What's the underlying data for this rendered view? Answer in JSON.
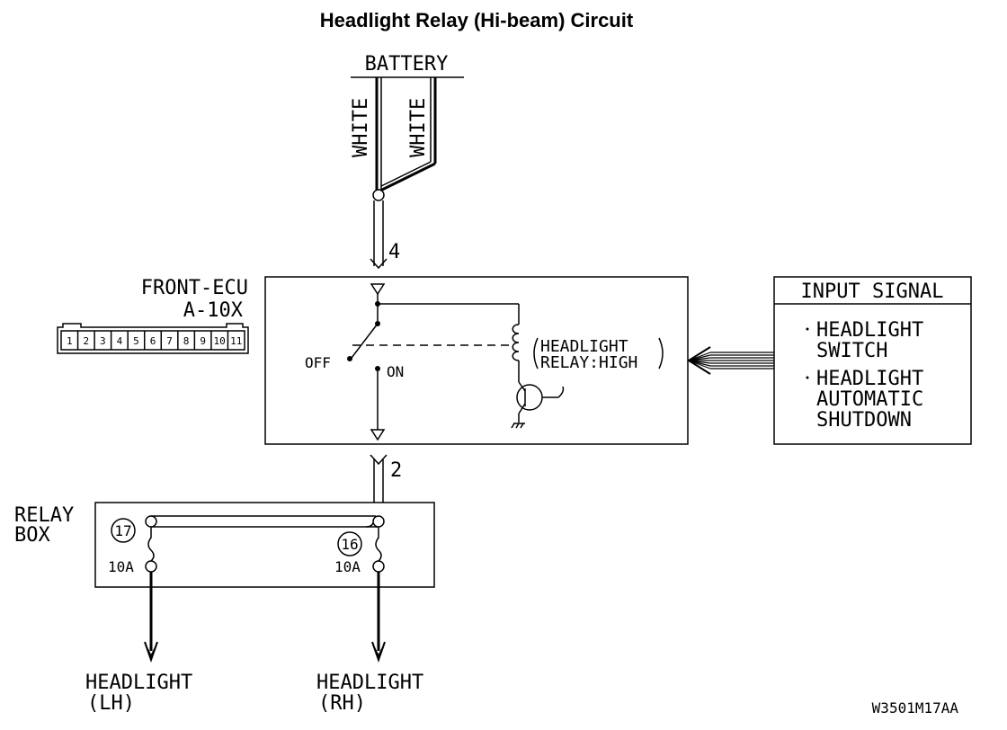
{
  "title": "Headlight Relay (Hi-beam) Circuit",
  "battery": {
    "label": "BATTERY",
    "wire_left": "WHITE",
    "wire_right": "WHITE"
  },
  "ecu": {
    "name": "FRONT-ECU",
    "connector": "A-10X",
    "pins": [
      "1",
      "2",
      "3",
      "4",
      "5",
      "6",
      "7",
      "8",
      "9",
      "10",
      "11"
    ],
    "terminal_top": "4",
    "terminal_bottom": "2",
    "switch_off": "OFF",
    "switch_on": "ON",
    "relay_line1": "HEADLIGHT",
    "relay_line2": "RELAY:HIGH"
  },
  "input_signal": {
    "title": "INPUT SIGNAL",
    "item1": [
      "HEADLIGHT",
      "SWITCH"
    ],
    "item2": [
      "HEADLIGHT",
      "AUTOMATIC",
      "SHUTDOWN"
    ]
  },
  "relay_box": {
    "line1": "RELAY",
    "line2": "BOX",
    "fuse_left_num": "17",
    "fuse_left_rating": "10A",
    "fuse_right_num": "16",
    "fuse_right_rating": "10A"
  },
  "outputs": {
    "left_line1": "HEADLIGHT",
    "left_line2": "(LH)",
    "right_line1": "HEADLIGHT",
    "right_line2": "(RH)"
  },
  "code": "W3501M17AA"
}
